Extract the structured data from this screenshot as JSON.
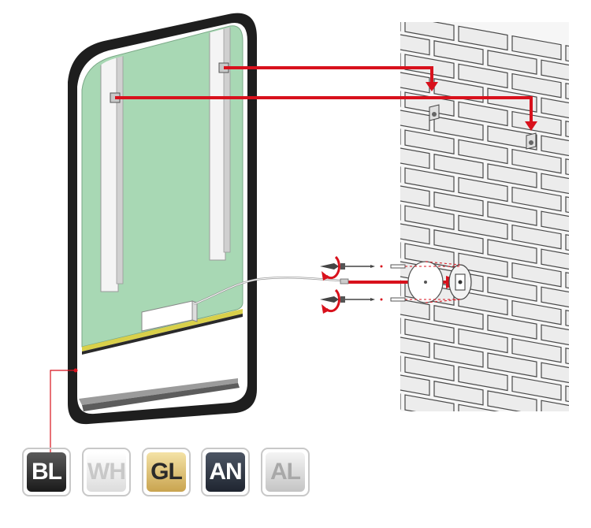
{
  "finishes": [
    {
      "code": "BL"
    },
    {
      "code": "WH"
    },
    {
      "code": "GL"
    },
    {
      "code": "AN"
    },
    {
      "code": "AL"
    }
  ],
  "colors": {
    "frame": "#1e1e1e",
    "panel": "#a8d8b4",
    "arrow": "#d8111c",
    "brick_fill": "#ececec",
    "brick_stroke": "#4a4a4a"
  },
  "icons": [
    "rotate-arrow-icon",
    "screw-icon",
    "wall-anchor-icon",
    "bracket-icon",
    "cable-connector-icon"
  ]
}
